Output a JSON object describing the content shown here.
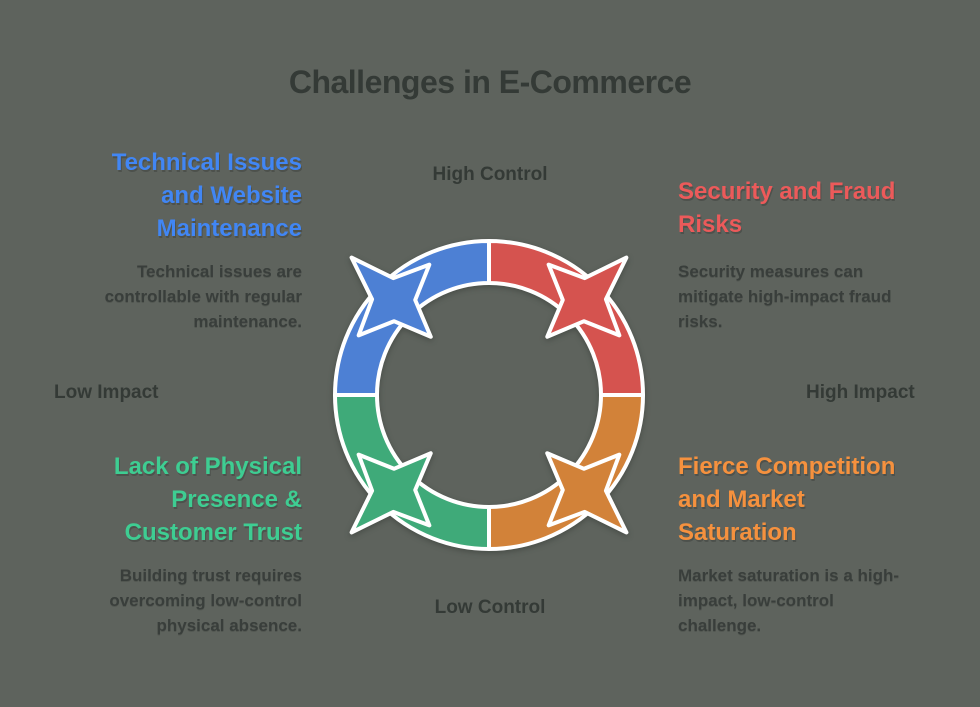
{
  "title": "Challenges in E-Commerce",
  "axes": {
    "top": "High Control",
    "bottom": "Low Control",
    "left": "Low Impact",
    "right": "High Impact"
  },
  "quadrants": {
    "top_left": {
      "heading": "Technical Issues\nand Website\nMaintenance",
      "body": "Technical issues are\ncontrollable with regular\nmaintenance."
    },
    "top_right": {
      "heading": "Security and Fraud\nRisks",
      "body": "Security measures can\nmitigate high-impact fraud\nrisks."
    },
    "bottom_left": {
      "heading": "Lack of Physical\nPresence &\nCustomer Trust",
      "body": "Building trust requires\novercoming low-control\nphysical absence."
    },
    "bottom_right": {
      "heading": "Fierce Competition\nand Market\nSaturation",
      "body": "Market saturation is a high-\nimpact, low-control\nchallenge."
    }
  },
  "diagram": {
    "type": "four-segment-cycle",
    "segments": [
      {
        "position": "top-left",
        "label_ref": "Technical Issues and Website Maintenance",
        "quadrant": "High Control / Low Impact"
      },
      {
        "position": "top-right",
        "label_ref": "Security and Fraud Risks",
        "quadrant": "High Control / High Impact"
      },
      {
        "position": "bottom-right",
        "label_ref": "Fierce Competition and Market Saturation",
        "quadrant": "Low Control / High Impact"
      },
      {
        "position": "bottom-left",
        "label_ref": "Lack of Physical Presence & Customer Trust",
        "quadrant": "Low Control / Low Impact"
      }
    ]
  },
  "colors": {
    "background": "#5E635D",
    "title_text": "#343A36",
    "body_text": "#393E3B",
    "outline": "#FFFFFF",
    "segments": {
      "blue": "#4D80D4",
      "red": "#D5534F",
      "green": "#3FAA79",
      "orange": "#D28239"
    },
    "headings": {
      "blue": "#4186F4",
      "red": "#EC5A5A",
      "green": "#3ECD92",
      "orange": "#F5913E"
    }
  }
}
